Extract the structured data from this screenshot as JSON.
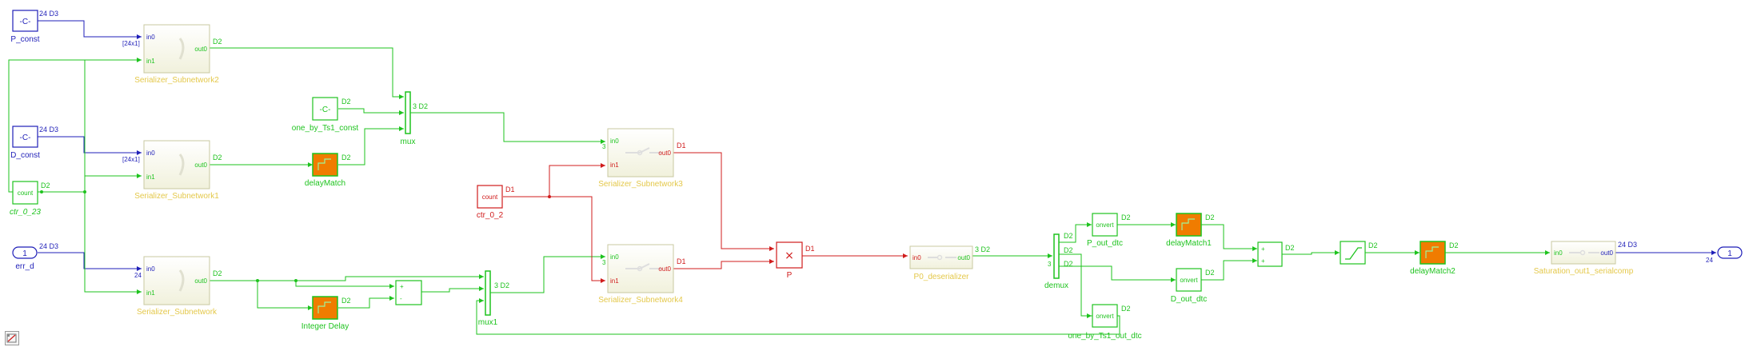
{
  "colors": {
    "green": "#1ec31e",
    "blue": "#1f1fb8",
    "red": "#d01c1c",
    "yellow_label": "#e4c84a",
    "orange": "#f07c00",
    "subsystem_fill": "#fafaf0",
    "background": "#ffffff"
  },
  "blocks": {
    "p_const": {
      "label": "P_const",
      "value": "-C-",
      "sig": "24 D3"
    },
    "d_const": {
      "label": "D_const",
      "value": "-C-",
      "sig": "24 D3"
    },
    "ctr_0_23": {
      "label": "ctr_0_23",
      "value": "count",
      "sig": "D2"
    },
    "err_d": {
      "label": "err_d",
      "value": "1",
      "sig": "24 D3"
    },
    "ser2": {
      "label": "Serializer_Subnetwork2",
      "in0": "in0",
      "in1": "in1",
      "out0": "out0",
      "dim": "[24x1]",
      "sig": "D2"
    },
    "ser1": {
      "label": "Serializer_Subnetwork1",
      "in0": "in0",
      "in1": "in1",
      "out0": "out0",
      "dim": "[24x1]",
      "sig": "D2"
    },
    "ser0": {
      "label": "Serializer_Subnetwork",
      "in0": "in0",
      "in1": "in1",
      "out0": "out0",
      "dim": "24",
      "sig": "D2"
    },
    "one_by_ts1_const": {
      "label": "one_by_Ts1_const",
      "value": "-C-",
      "sig": "D2"
    },
    "delay_match": {
      "label": "delayMatch",
      "sig": "D2"
    },
    "mux": {
      "label": "mux",
      "sig": "3 D2"
    },
    "integer_delay": {
      "label": "Integer Delay",
      "sig": "D2"
    },
    "sum1": {
      "plus": "+",
      "minus": "-"
    },
    "mux1": {
      "label": "mux1",
      "sig": "3 D2"
    },
    "ctr_0_2": {
      "label": "ctr_0_2",
      "value": "count",
      "sig": "D1"
    },
    "ser3": {
      "label": "Serializer_Subnetwork3",
      "in0": "in0",
      "in1": "in1",
      "out0": "out0",
      "dim": "3",
      "sig": "D1"
    },
    "ser4": {
      "label": "Serializer_Subnetwork4",
      "in0": "in0",
      "in1": "in1",
      "out0": "out0",
      "dim": "3",
      "sig": "D1"
    },
    "product": {
      "label": "P",
      "value": "×",
      "sig": "D1"
    },
    "p0_deserializer": {
      "label": "P0_deserializer",
      "in0": "in0",
      "out0": "out0",
      "sig": "3 D2"
    },
    "demux": {
      "label": "demux",
      "dim": "3",
      "sig_a": "D2",
      "sig_b": "D2",
      "sig_c": "D2"
    },
    "p_out_dtc": {
      "label": "P_out_dtc",
      "value": "onvert",
      "sig": "D2"
    },
    "d_out_dtc": {
      "label": "D_out_dtc",
      "value": "onvert",
      "sig": "D2"
    },
    "one_by_ts1_out_dtc": {
      "label": "one_by_Ts1_out_dtc",
      "value": "onvert",
      "sig": "D2"
    },
    "delay_match1": {
      "label": "delayMatch1",
      "sig": "D2"
    },
    "sum2": {
      "plus": "+",
      "plus2": "+",
      "sig": "D2"
    },
    "saturation": {
      "sig": "D2"
    },
    "delay_match2": {
      "label": "delayMatch2",
      "sig": "D2"
    },
    "sat_serialcomp": {
      "label": "Saturation_out1_serialcomp",
      "in0": "in0",
      "out0": "out0",
      "sig": "24 D3"
    },
    "outport": {
      "value": "1",
      "dim": "24"
    }
  }
}
